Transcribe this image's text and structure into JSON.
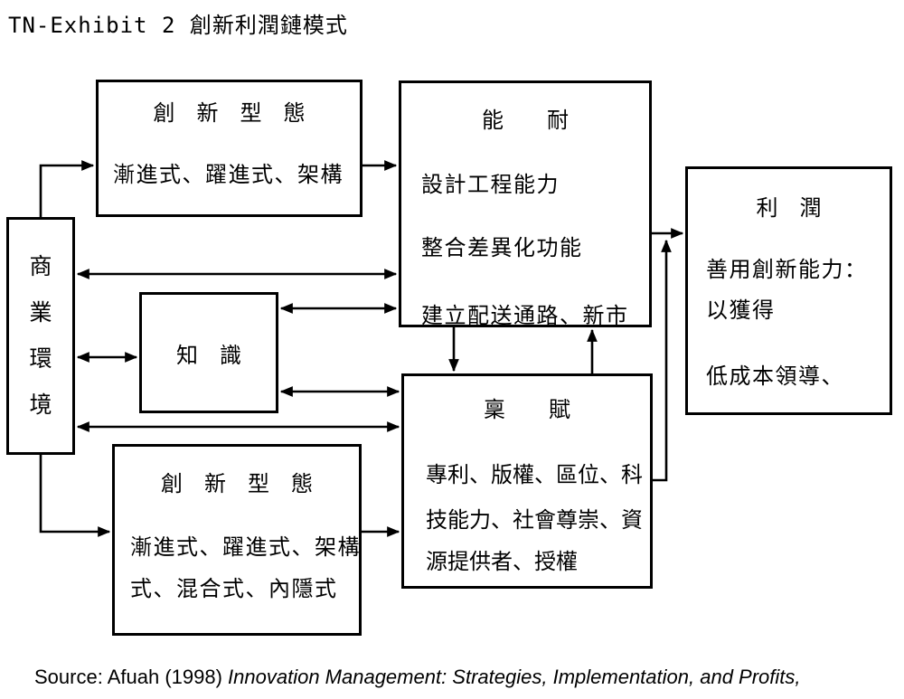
{
  "page": {
    "title": "TN-Exhibit 2 創新利潤鏈模式"
  },
  "colors": {
    "line": "#000000",
    "background": "#ffffff",
    "text": "#000000"
  },
  "boxes": {
    "business_environment": {
      "title": "商業環境",
      "orientation": "vertical"
    },
    "innovation_type_top": {
      "title": "創　新　型　態",
      "line1": "漸進式、躍進式、架構"
    },
    "capabilities": {
      "title": "能　　耐",
      "line1": "設計工程能力",
      "line2": "整合差異化功能",
      "line3": "建立配送通路、新市"
    },
    "knowledge": {
      "title": "知　識"
    },
    "endowments": {
      "title": "稟　　賦",
      "line1": "專利、版權、區位、科",
      "line2": "技能力、社會尊崇、資",
      "line3": "源提供者、授權"
    },
    "innovation_type_bottom": {
      "title": "創　新　型　態",
      "line1": "漸進式、躍進式、架構",
      "line2": "式、混合式、內隱式"
    },
    "profits": {
      "title": "利　潤",
      "line1": "善用創新能力：",
      "line2": "以獲得",
      "line3": "低成本領導、"
    }
  },
  "source": {
    "prefix": "Source: Afuah (1998) ",
    "book_title": "Innovation Management: Strategies, Implementation, and Profits,"
  }
}
